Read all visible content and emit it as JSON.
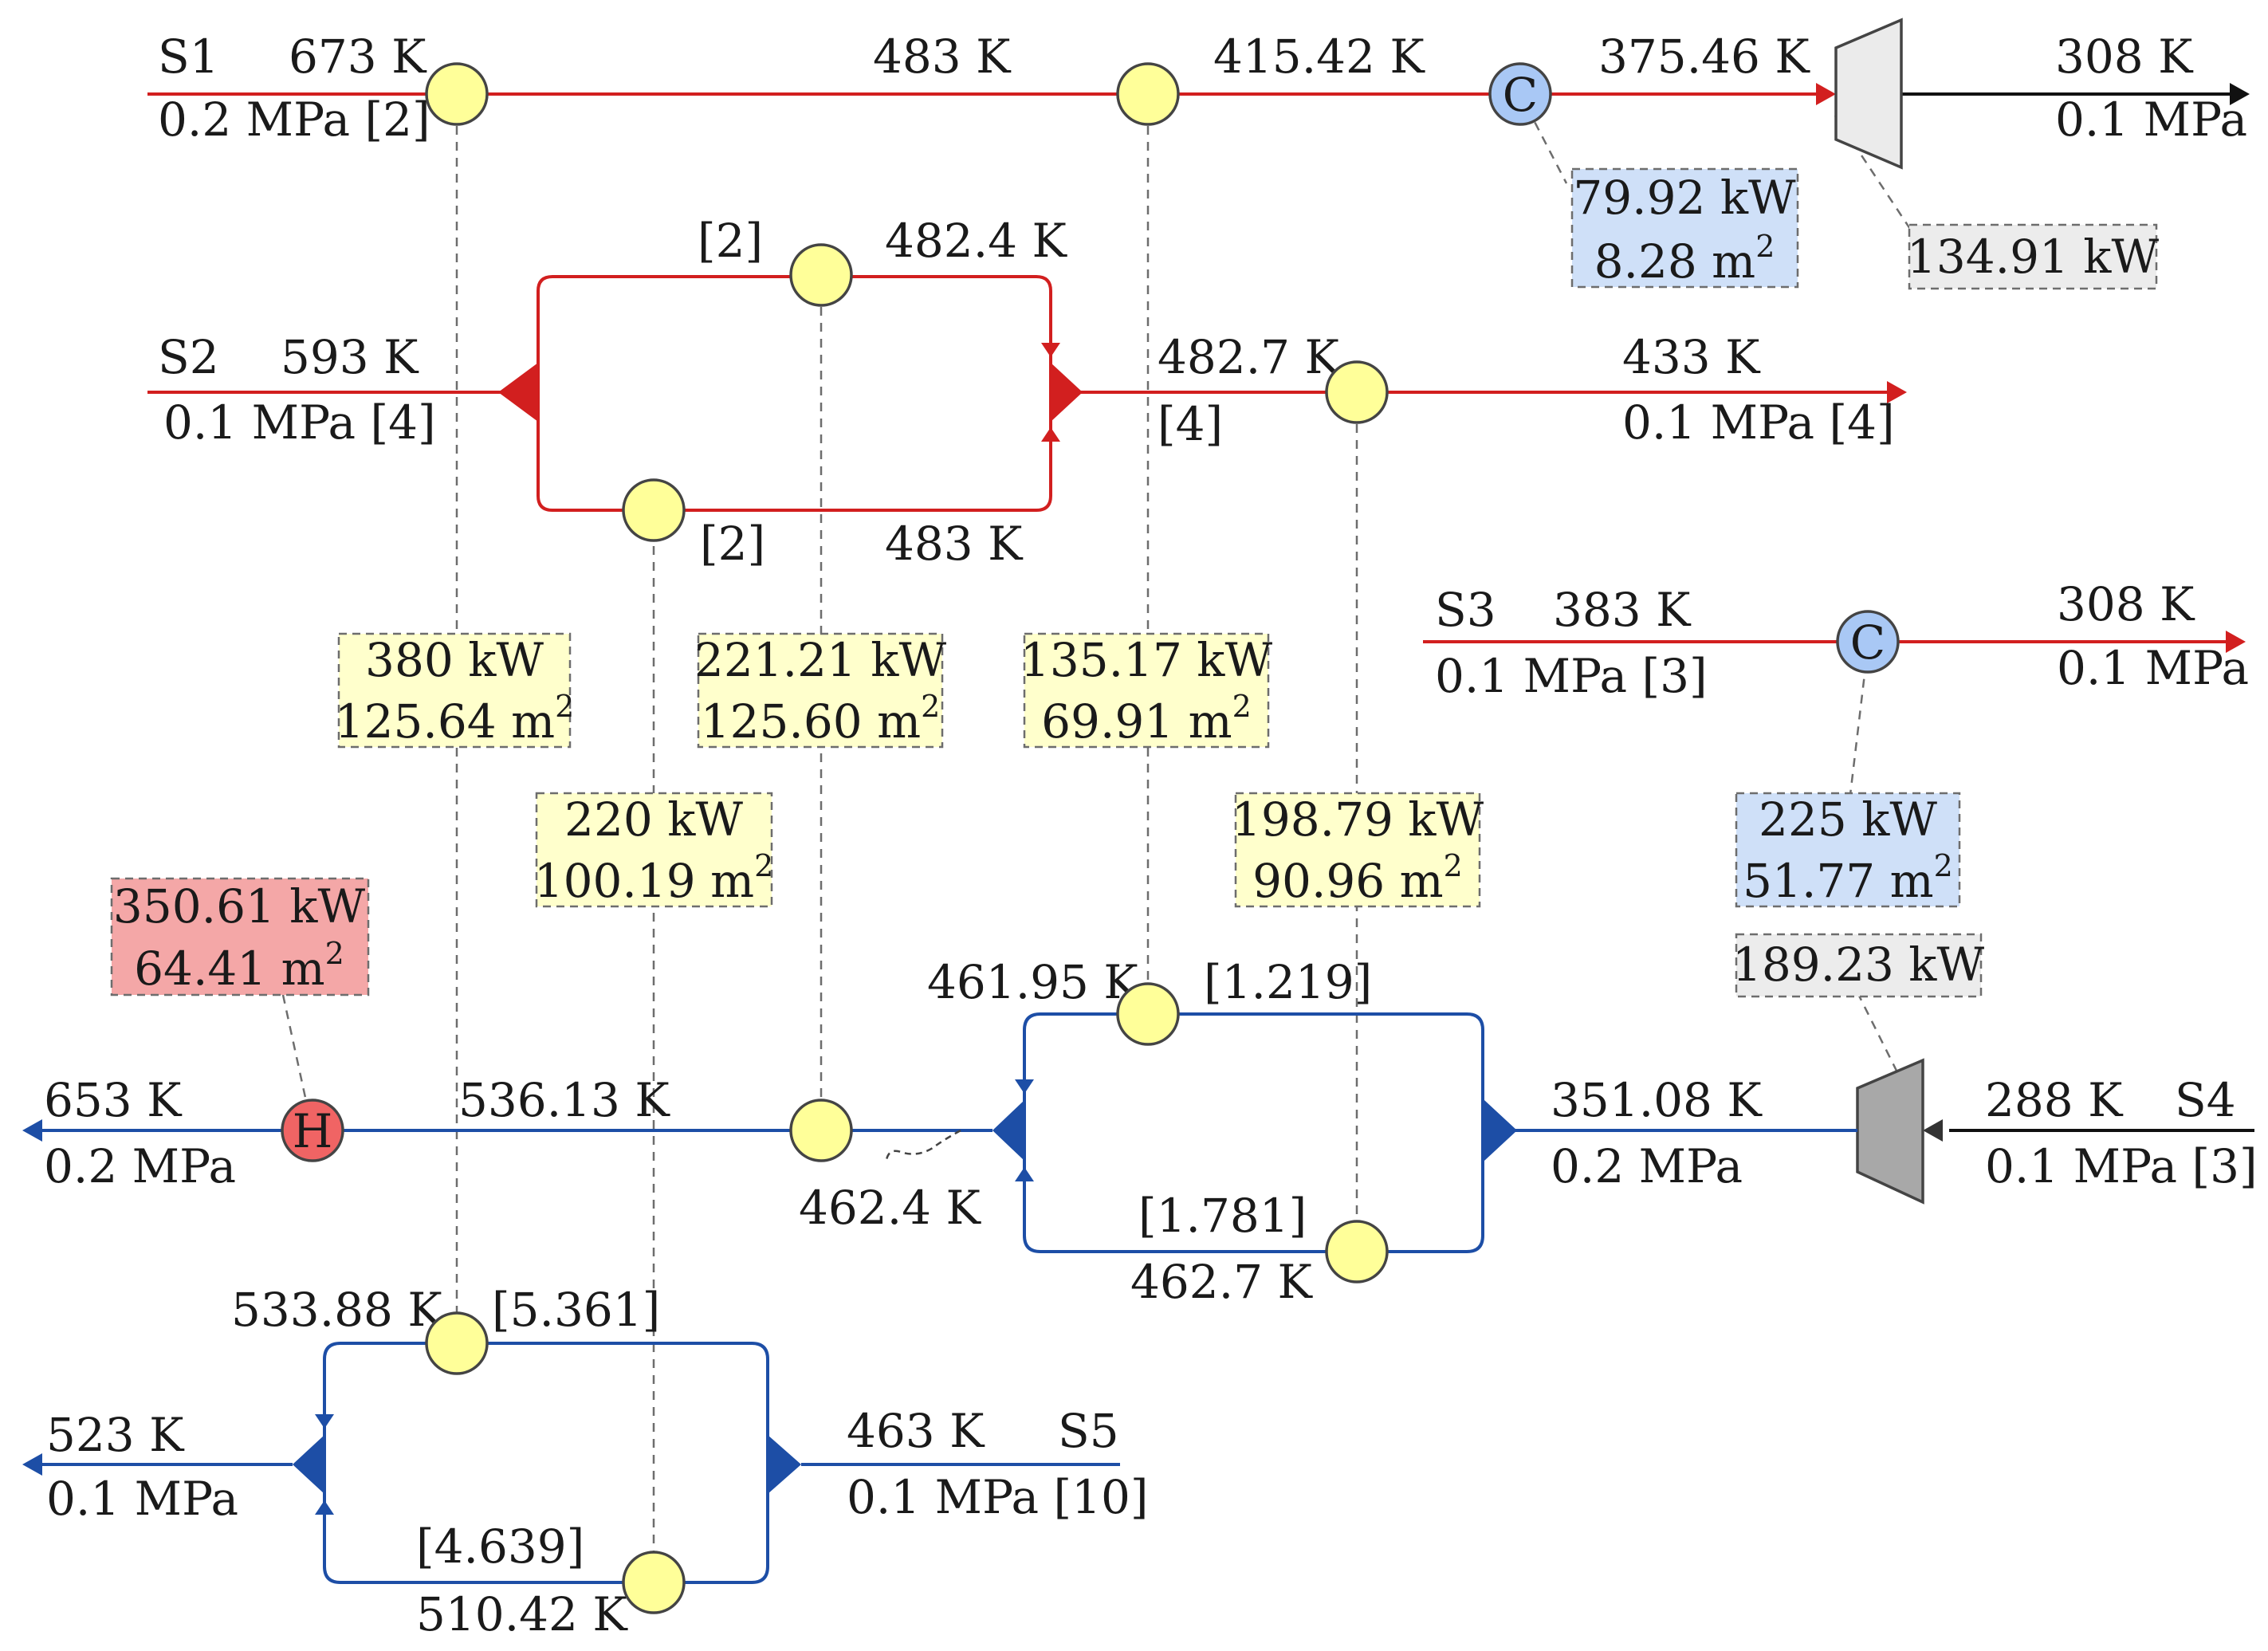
{
  "streams": {
    "s1": {
      "name": "S1",
      "t_in": "673 K",
      "p_in": "0.2 MPa [2]",
      "t_mid1": "483 K",
      "t_mid2": "415.42 K",
      "t_mid3": "375.46 K",
      "t_out": "308 K",
      "p_out": "0.1 MPa"
    },
    "s2": {
      "name": "S2",
      "t_in": "593 K",
      "p_in": "0.1 MPa [4]",
      "split_top": "[2]",
      "t_top": "482.4 K",
      "split_bottom": "[2]",
      "t_bottom": "483 K",
      "t_mix": "482.7 K",
      "mix_split": "[4]",
      "t_out": "433 K",
      "p_out": "0.1 MPa [4]"
    },
    "s3": {
      "name": "S3",
      "t_in": "383 K",
      "p_in": "0.1 MPa [3]",
      "t_out": "308 K",
      "p_out": "0.1 MPa"
    },
    "s4": {
      "name": "S4",
      "t_in": "288 K",
      "p_in": "0.1 MPa [3]",
      "t_comp": "351.08 K",
      "p_comp": "0.2 MPa",
      "split_top": "[1.219]",
      "t_top": "461.95 K",
      "split_bottom": "[1.781]",
      "t_bottom": "462.7 K",
      "t_mix": "462.4 K",
      "t_after": "536.13 K",
      "t_out": "653 K",
      "p_out": "0.2 MPa"
    },
    "s5": {
      "name": "S5",
      "t_in": "463 K",
      "p_in": "0.1 MPa [10]",
      "split_top": "[5.361]",
      "t_top": "533.88 K",
      "split_bottom": "[4.639]",
      "t_bottom": "510.42 K",
      "t_out": "523 K",
      "p_out": "0.1 MPa"
    }
  },
  "exchangers": [
    {
      "duty": "380 kW",
      "area": "125.64 m",
      "sup": "2"
    },
    {
      "duty": "221.21 kW",
      "area": "125.60 m",
      "sup": "2"
    },
    {
      "duty": "135.17 kW",
      "area": "69.91 m",
      "sup": "2"
    },
    {
      "duty": "220 kW",
      "area": "100.19 m",
      "sup": "2"
    },
    {
      "duty": "198.79 kW",
      "area": "90.96 m",
      "sup": "2"
    }
  ],
  "utilities": {
    "cooler1": {
      "symbol": "C",
      "duty": "79.92 kW",
      "area": "8.28 m",
      "sup": "2"
    },
    "cooler2": {
      "symbol": "C",
      "duty": "225 kW",
      "area": "51.77 m",
      "sup": "2"
    },
    "heater": {
      "symbol": "H",
      "duty": "350.61 kW",
      "area": "64.41 m",
      "sup": "2"
    }
  },
  "machines": {
    "turbine": {
      "power": "134.91 kW"
    },
    "compressor": {
      "power": "189.23 kW"
    }
  },
  "colors": {
    "hot": "#d21f1f",
    "cold": "#1d4ea6",
    "exchanger": "#ffff99",
    "cooler": "#a9c8f5",
    "heater": "#f06464",
    "machine_label": "#ececec"
  }
}
